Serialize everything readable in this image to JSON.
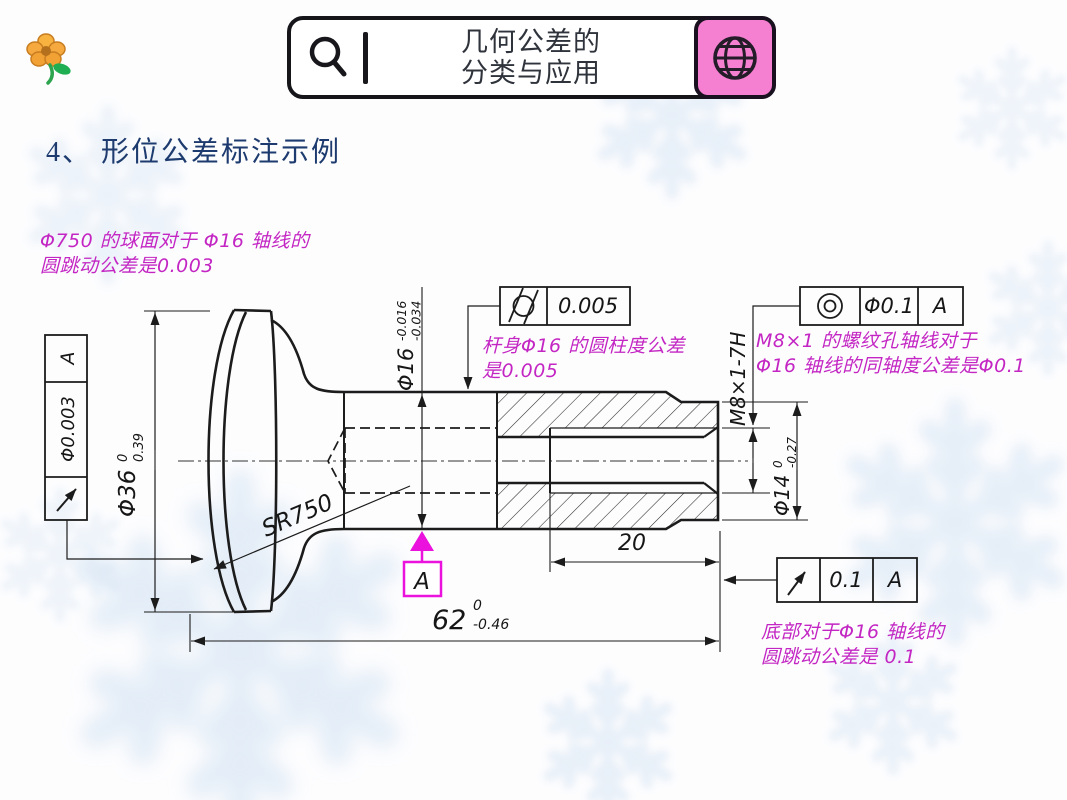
{
  "slide": {
    "heading": "4、 形位公差标注示例",
    "header": {
      "title_line1": "几何公差的",
      "title_line2": "分类与应用"
    }
  },
  "icons": {
    "top_left": "flower-icon",
    "header_left": "search-icon",
    "header_right": "globe-icon"
  },
  "annotations": {
    "sphere_runout": {
      "line1": "Φ750 的球面对于 Φ16 轴线的",
      "line2": "圆跳动公差是0.003"
    },
    "cylindricity": {
      "line1": "杆身Φ16 的圆柱度公差",
      "line2": "是0.005"
    },
    "coaxiality": {
      "line1": "M8×1 的螺纹孔轴线对于",
      "line2": "Φ16 轴线的同轴度公差是Φ0.1"
    },
    "bottom_runout": {
      "line1": "底部对于Φ16 轴线的",
      "line2": "圆跳动公差是 0.1"
    }
  },
  "frames": {
    "left_runout": {
      "symbol": "circular-runout",
      "value": "Φ0.003",
      "datum": "A"
    },
    "cylindricity": {
      "symbol": "cylindricity",
      "value": "0.005"
    },
    "coaxiality": {
      "symbol": "concentricity",
      "value": "Φ0.1",
      "datum": "A"
    },
    "bottom_runout": {
      "symbol": "circular-runout",
      "value": "0.1",
      "datum": "A"
    }
  },
  "dimensions": {
    "d36": {
      "main": "Φ36",
      "upper": "0",
      "lower": "0.39"
    },
    "d16": {
      "main": "Φ16",
      "upper": "-0.016",
      "lower": "-0.034"
    },
    "d14": {
      "main": "Φ14",
      "upper": "0",
      "lower": "-0.27"
    },
    "d62": {
      "main": "62",
      "upper": "0",
      "lower": "-0.46"
    },
    "d20": "20",
    "thread": "M8×1-7H",
    "spherical_radius": "SR750",
    "datum_label": "A"
  },
  "colors": {
    "annotation_magenta": "#c326c3",
    "datum_magenta": "#ea12dc",
    "tile_pink": "#f57fd0",
    "heading_blue": "#1d3b6e",
    "line": "#1c1c1c",
    "snowflake_blue": "#cfe0f2"
  }
}
